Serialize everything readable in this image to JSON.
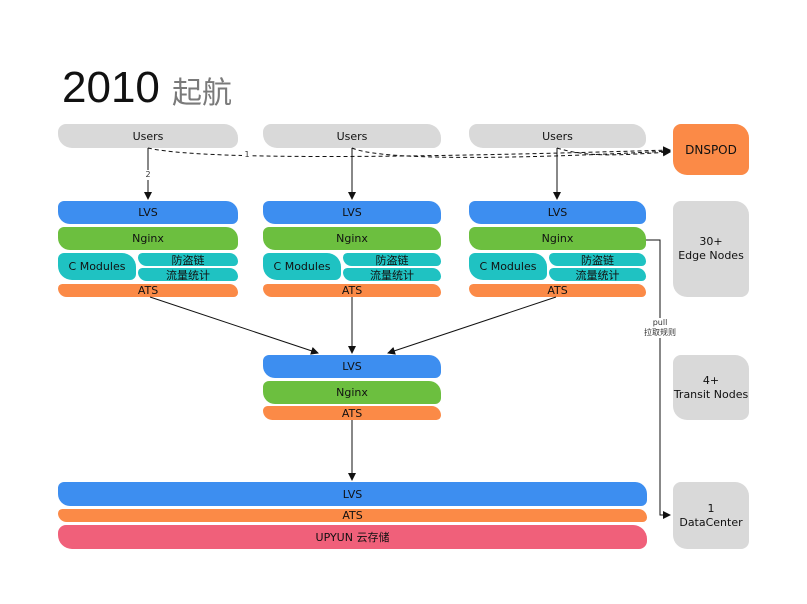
{
  "title": {
    "year": "2010",
    "subtitle": "起航"
  },
  "users_label": "Users",
  "dnspod_label": "DNSPOD",
  "edge": {
    "lvs": "LVS",
    "nginx": "Nginx",
    "cmodules": "C Modules",
    "antileech": "防盗链",
    "traffic": "流量统计",
    "ats": "ATS"
  },
  "transit": {
    "lvs": "LVS",
    "nginx": "Nginx",
    "ats": "ATS"
  },
  "datacenter": {
    "lvs": "LVS",
    "ats": "ATS",
    "storage": "UPYUN 云存储"
  },
  "side": {
    "edge_count": "30+",
    "edge_label": "Edge Nodes",
    "transit_count": "4+",
    "transit_label": "Transit Nodes",
    "dc_count": "1",
    "dc_label": "DataCenter"
  },
  "arrow_labels": {
    "dns_step": "1",
    "edge_step": "2",
    "pull": "pull",
    "pull_rule": "拉取规则"
  },
  "colors": {
    "users": "#d9d9d9",
    "lvs": "#3d8ef0",
    "nginx": "#6cbf3f",
    "cmodules": "#1fc2c2",
    "ats": "#fb8a47",
    "storage": "#f0607a",
    "dnspod": "#fb8a47"
  }
}
